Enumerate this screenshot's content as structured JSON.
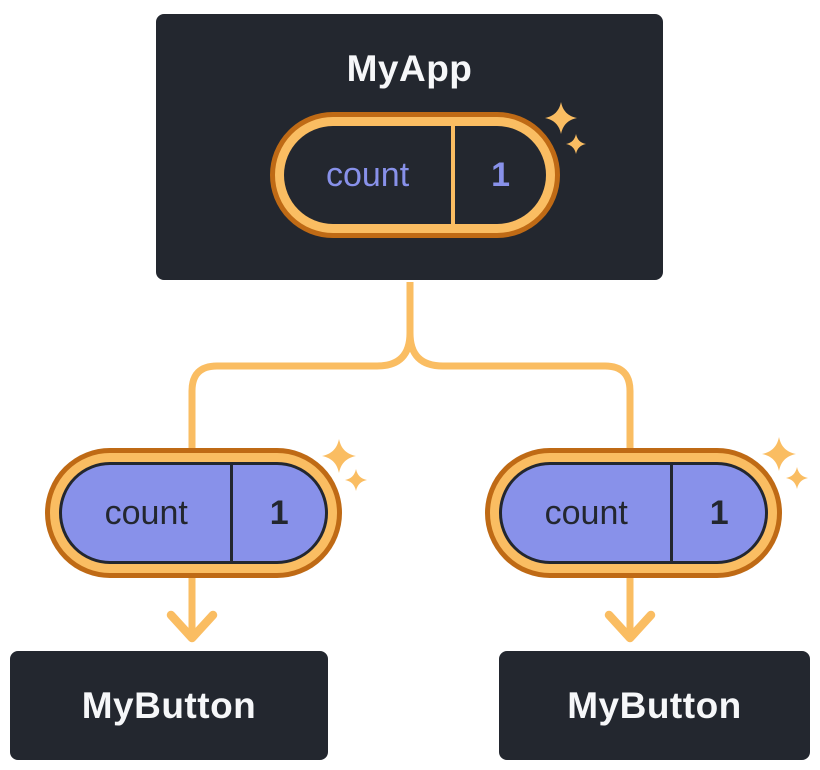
{
  "colors": {
    "surface-dark": "#23272f",
    "border-light": "#ffffff",
    "accent-orange": "#fabd62",
    "accent-orange-dark": "#bf6a15",
    "accent-purple": "#8891ea",
    "text-on-dark": "#f6f7f9"
  },
  "root_component": {
    "title": "MyApp",
    "state_pill": {
      "label": "count",
      "value": "1"
    }
  },
  "children": [
    {
      "title": "MyButton",
      "prop_pill": {
        "label": "count",
        "value": "1"
      }
    },
    {
      "title": "MyButton",
      "prop_pill": {
        "label": "count",
        "value": "1"
      }
    }
  ]
}
